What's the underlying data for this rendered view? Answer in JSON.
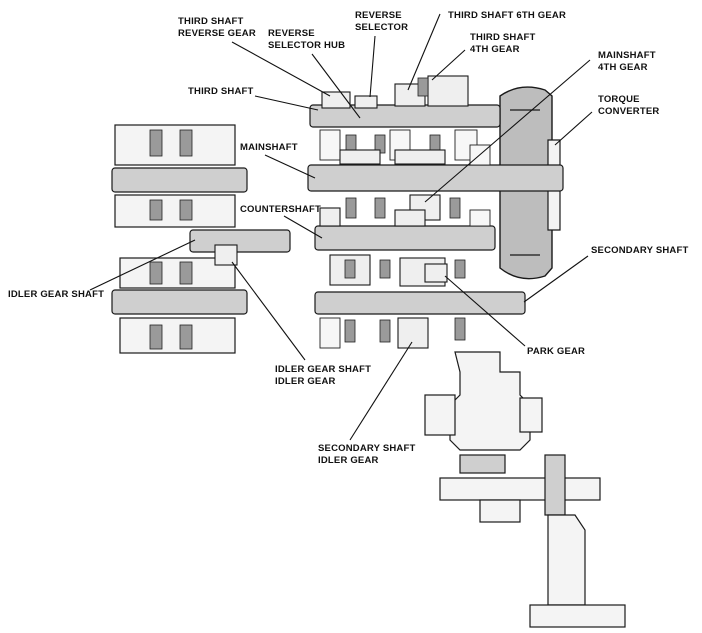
{
  "labels": {
    "third_shaft_reverse_gear": [
      "THIRD SHAFT",
      "REVERSE GEAR"
    ],
    "reverse_selector_hub": [
      "REVERSE",
      "SELECTOR HUB"
    ],
    "reverse_selector": [
      "REVERSE",
      "SELECTOR"
    ],
    "third_shaft_6th_gear": [
      "THIRD SHAFT 6TH GEAR"
    ],
    "third_shaft_4th_gear": [
      "THIRD SHAFT",
      "4TH GEAR"
    ],
    "mainshaft_4th_gear": [
      "MAINSHAFT",
      "4TH GEAR"
    ],
    "torque_converter": [
      "TORQUE",
      "CONVERTER"
    ],
    "third_shaft": [
      "THIRD SHAFT"
    ],
    "mainshaft": [
      "MAINSHAFT"
    ],
    "countershaft": [
      "COUNTERSHAFT"
    ],
    "secondary_shaft": [
      "SECONDARY SHAFT"
    ],
    "idler_gear_shaft": [
      "IDLER GEAR SHAFT"
    ],
    "idler_gear_shaft_idler_gear": [
      "IDLER GEAR SHAFT",
      "IDLER GEAR"
    ],
    "park_gear": [
      "PARK GEAR"
    ],
    "secondary_shaft_idler_gear": [
      "SECONDARY SHAFT",
      "IDLER GEAR"
    ]
  }
}
